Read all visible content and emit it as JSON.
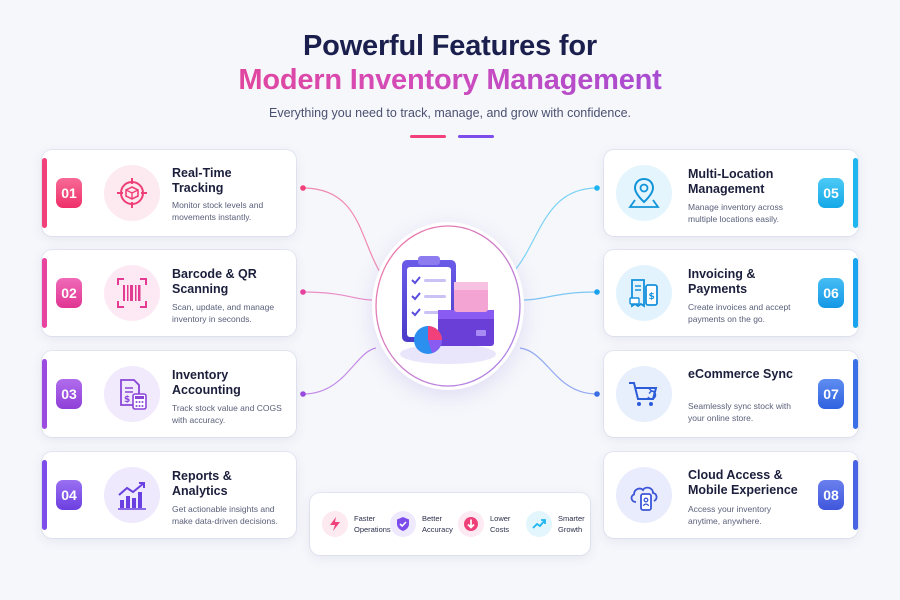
{
  "header": {
    "title_line1": "Powerful Features for",
    "title_line2": "Modern Inventory Management",
    "subtitle": "Everything you need to track, manage, and grow with confidence."
  },
  "features": [
    {
      "num": "01",
      "title": "Real-Time Tracking",
      "desc": "Monitor stock levels and movements instantly.",
      "icon": "target-cube-icon",
      "color": "#f2407a"
    },
    {
      "num": "02",
      "title": "Barcode & QR Scanning",
      "desc": "Scan, update, and manage inventory in seconds.",
      "icon": "barcode-scan-icon",
      "color": "#e8439e"
    },
    {
      "num": "03",
      "title": "Inventory Accounting",
      "desc": "Track stock value and COGS with accuracy.",
      "icon": "document-calculator-icon",
      "color": "#9b4be0"
    },
    {
      "num": "04",
      "title": "Reports & Analytics",
      "desc": "Get actionable insights and make data-driven decisions.",
      "icon": "bar-chart-growth-icon",
      "color": "#7c4dea"
    },
    {
      "num": "05",
      "title": "Multi-Location Management",
      "desc": "Manage inventory across multiple locations easily.",
      "icon": "map-pin-icon",
      "color": "#1fb6ef"
    },
    {
      "num": "06",
      "title": "Invoicing & Payments",
      "desc": "Create invoices and accept payments on the go.",
      "icon": "invoice-payment-icon",
      "color": "#1aa3ee"
    },
    {
      "num": "07",
      "title": "eCommerce Sync",
      "desc": "Seamlessly sync stock with your online store.",
      "icon": "cart-sync-icon",
      "color": "#3b6fe6"
    },
    {
      "num": "08",
      "title": "Cloud Access & Mobile Experience",
      "desc": "Access your inventory anytime, anywhere.",
      "icon": "cloud-mobile-icon",
      "color": "#4a63e4"
    }
  ],
  "benefits": [
    {
      "label": "Faster Operations",
      "icon": "lightning-icon",
      "color": "#f2407a"
    },
    {
      "label": "Better Accuracy",
      "icon": "shield-check-icon",
      "color": "#7c4dea"
    },
    {
      "label": "Lower Costs",
      "icon": "arrow-down-coin-icon",
      "color": "#e8439e"
    },
    {
      "label": "Smarter Growth",
      "icon": "trend-up-icon",
      "color": "#1fb6ef"
    }
  ],
  "center_illustration": "clipboard-boxes-pie-icon"
}
